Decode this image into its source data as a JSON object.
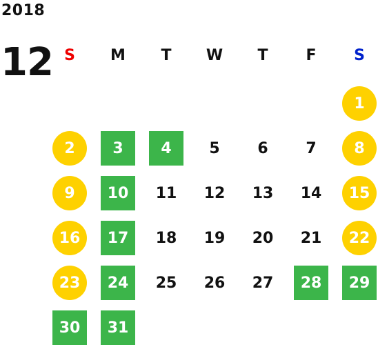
{
  "calendar": {
    "year": "2018",
    "month": "12",
    "weekdays": [
      "S",
      "M",
      "T",
      "W",
      "T",
      "F",
      "S"
    ],
    "weekday_colors": [
      "#ee0000",
      "#111111",
      "#111111",
      "#111111",
      "#111111",
      "#111111",
      "#0022cc"
    ],
    "first_weekday_index": 6,
    "days": [
      {
        "day": "1",
        "kind": "sat"
      },
      {
        "day": "2",
        "kind": "sun"
      },
      {
        "day": "3",
        "kind": "hol"
      },
      {
        "day": "4",
        "kind": "hol"
      },
      {
        "day": "5",
        "kind": "normal"
      },
      {
        "day": "6",
        "kind": "normal"
      },
      {
        "day": "7",
        "kind": "normal"
      },
      {
        "day": "8",
        "kind": "sat"
      },
      {
        "day": "9",
        "kind": "sun"
      },
      {
        "day": "10",
        "kind": "hol"
      },
      {
        "day": "11",
        "kind": "normal"
      },
      {
        "day": "12",
        "kind": "normal"
      },
      {
        "day": "13",
        "kind": "normal"
      },
      {
        "day": "14",
        "kind": "normal"
      },
      {
        "day": "15",
        "kind": "sat"
      },
      {
        "day": "16",
        "kind": "sun"
      },
      {
        "day": "17",
        "kind": "hol"
      },
      {
        "day": "18",
        "kind": "normal"
      },
      {
        "day": "19",
        "kind": "normal"
      },
      {
        "day": "20",
        "kind": "normal"
      },
      {
        "day": "21",
        "kind": "normal"
      },
      {
        "day": "22",
        "kind": "sat"
      },
      {
        "day": "23",
        "kind": "sun"
      },
      {
        "day": "24",
        "kind": "hol"
      },
      {
        "day": "25",
        "kind": "normal"
      },
      {
        "day": "26",
        "kind": "normal"
      },
      {
        "day": "27",
        "kind": "normal"
      },
      {
        "day": "28",
        "kind": "hol"
      },
      {
        "day": "29",
        "kind": "hol"
      },
      {
        "day": "30",
        "kind": "hol"
      },
      {
        "day": "31",
        "kind": "hol"
      }
    ],
    "colors": {
      "weekend_circle": "#fed100",
      "holiday_square": "#3cb54a",
      "text": "#111111"
    }
  }
}
